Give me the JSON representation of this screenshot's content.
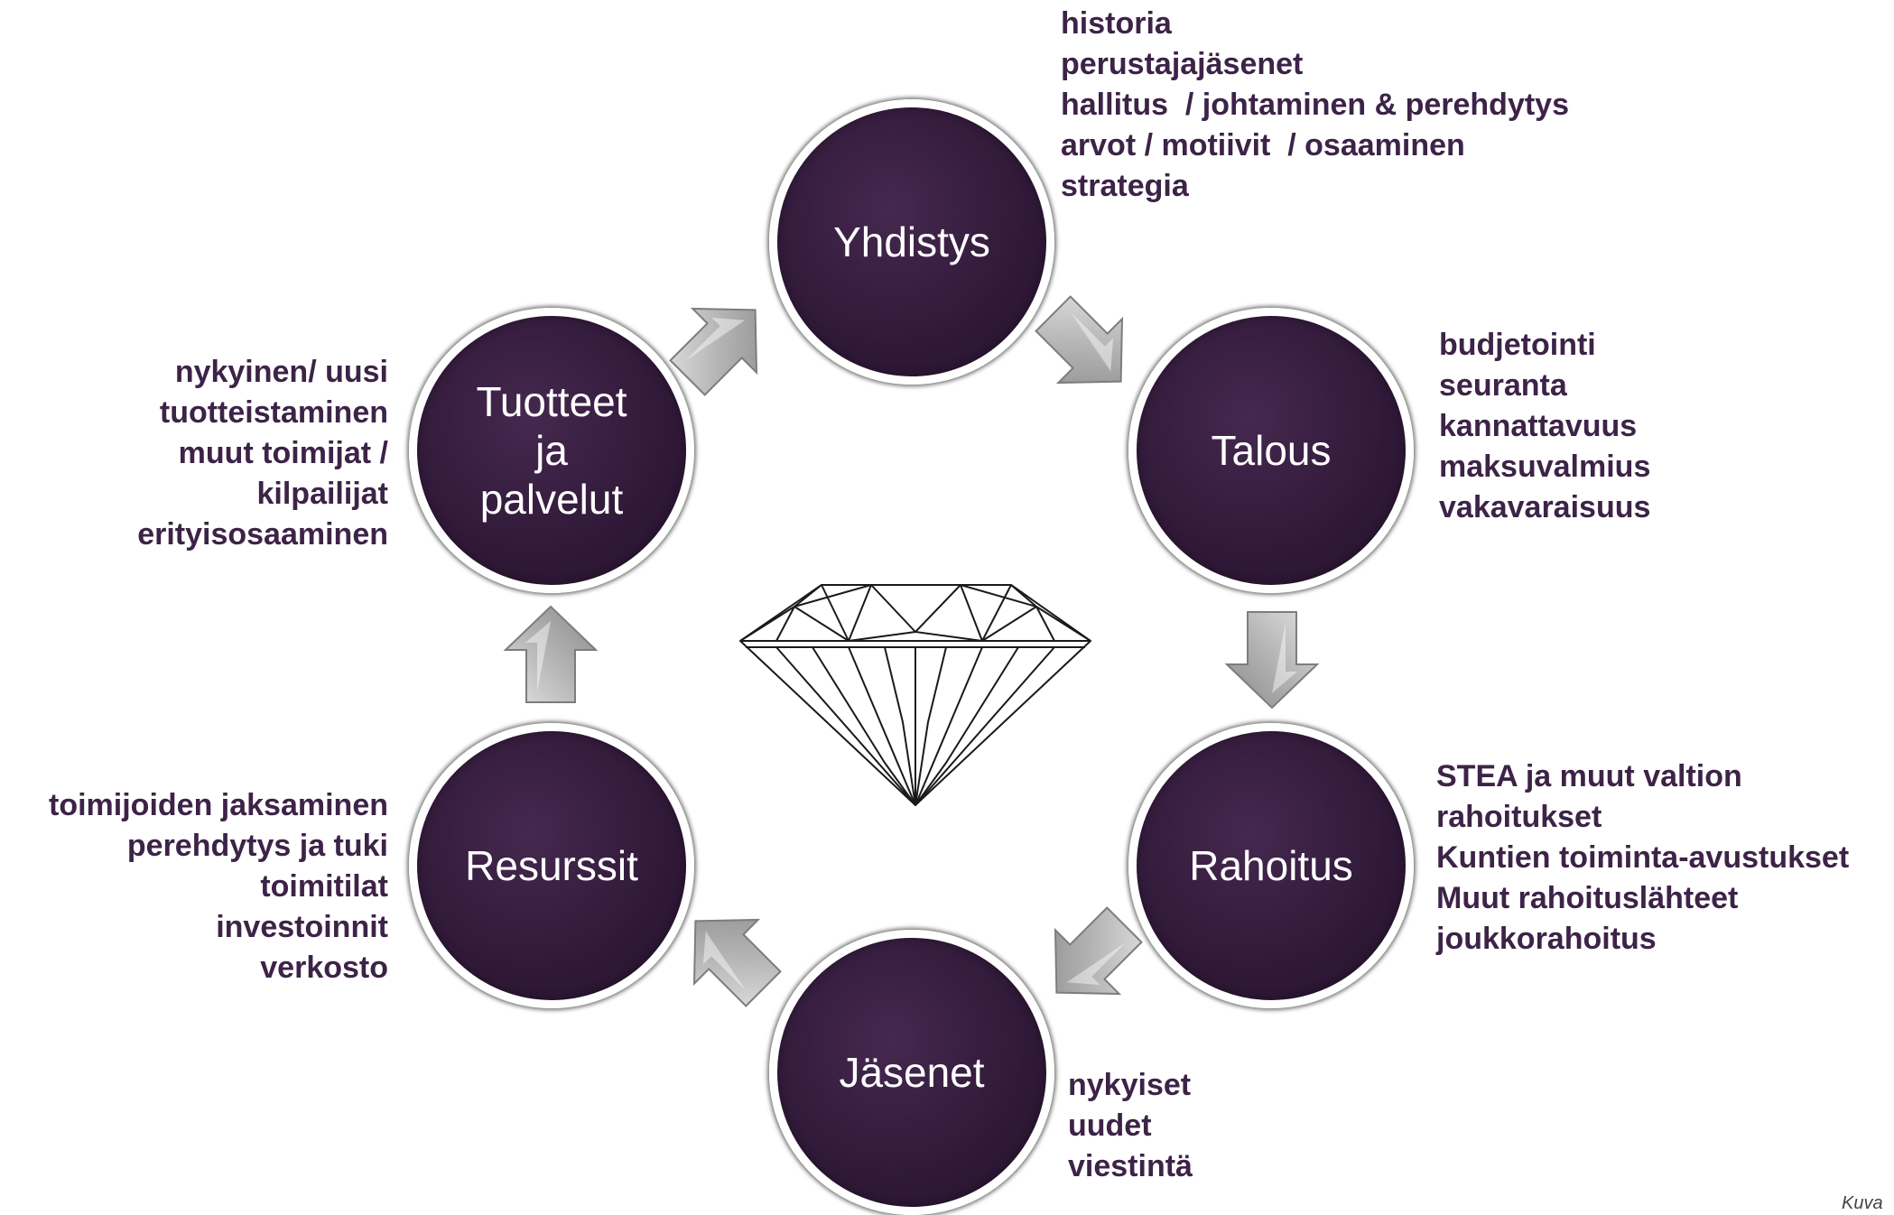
{
  "nodes": {
    "yhdistys": "Yhdistys",
    "talous": "Talous",
    "rahoitus": "Rahoitus",
    "jasenet": "Jäsenet",
    "resurssit": "Resurssit",
    "tuotteet": "Tuotteet\nja\npalvelut"
  },
  "lists": {
    "yhdistys": [
      "historia",
      "perustajajäsenet",
      "hallitus  / johtaminen & perehdytys",
      "arvot / motiivit  / osaaminen",
      "strategia"
    ],
    "talous": [
      "budjetointi",
      "seuranta",
      "kannattavuus",
      "maksuvalmius",
      "vakavaraisuus"
    ],
    "rahoitus": [
      "STEA ja muut valtion",
      "rahoitukset",
      "Kuntien toiminta-avustukset",
      "Muut rahoituslähteet",
      "joukkorahoitus"
    ],
    "jasenet": [
      "nykyiset",
      "uudet",
      "viestintä"
    ],
    "resurssit": [
      "toimijoiden jaksaminen",
      "perehdytys ja tuki",
      "toimitilat",
      "investoinnit",
      "verkosto"
    ],
    "tuotteet": [
      "nykyinen/ uusi",
      "tuotteistaminen",
      "muut toimijat /",
      "kilpailijat",
      "erityisosaaminen"
    ]
  },
  "credit": "Kuva",
  "colors": {
    "node_fill": "#301938",
    "label_text": "#3d2347",
    "arrow_fill": "#b3b3b3"
  },
  "icons": {
    "arrows": "chevron-arrow-icon",
    "center": "diamond-icon"
  }
}
